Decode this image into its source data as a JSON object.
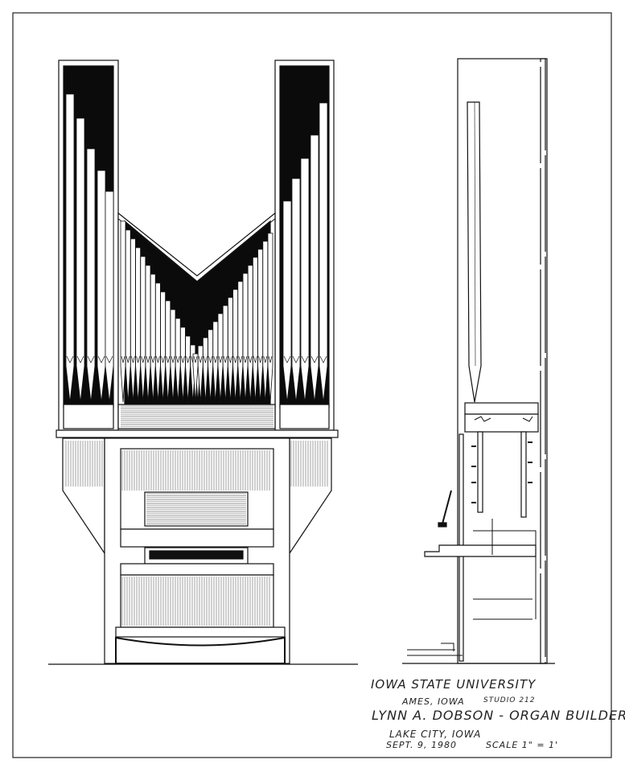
{
  "title_block": {
    "institution": "IOWA STATE UNIVERSITY",
    "location": "AMES, IOWA",
    "studio": "STUDIO 212",
    "builder": "LYNN A. DOBSON - ORGAN BUILDER",
    "builder_location": "LAKE CITY, IOWA",
    "date": "SEPT. 9, 1980",
    "scale": "SCALE 1\" = 1'"
  },
  "colors": {
    "ink": "#111111",
    "paper": "#ffffff",
    "shade": "#0b0b0b"
  }
}
